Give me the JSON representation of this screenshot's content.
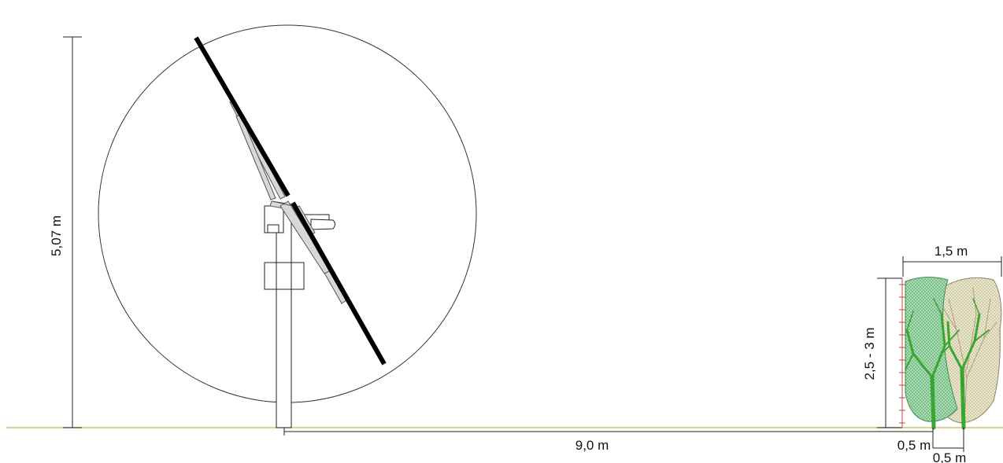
{
  "dimensions": {
    "panel_height": "5,07 m",
    "distance": "9,0 m",
    "hedge_height": "2,5 - 3 m",
    "hedge_width": "1,5 m",
    "fence_gap": "0,5 m",
    "trunk_spacing": "0,5 m"
  },
  "colors": {
    "ground": "#c8c86a",
    "panel": "#000000",
    "foliage_front": "#9ed4a8",
    "foliage_back": "#e6e2c4",
    "branches": "#3aa632",
    "fence": "#d04040"
  }
}
